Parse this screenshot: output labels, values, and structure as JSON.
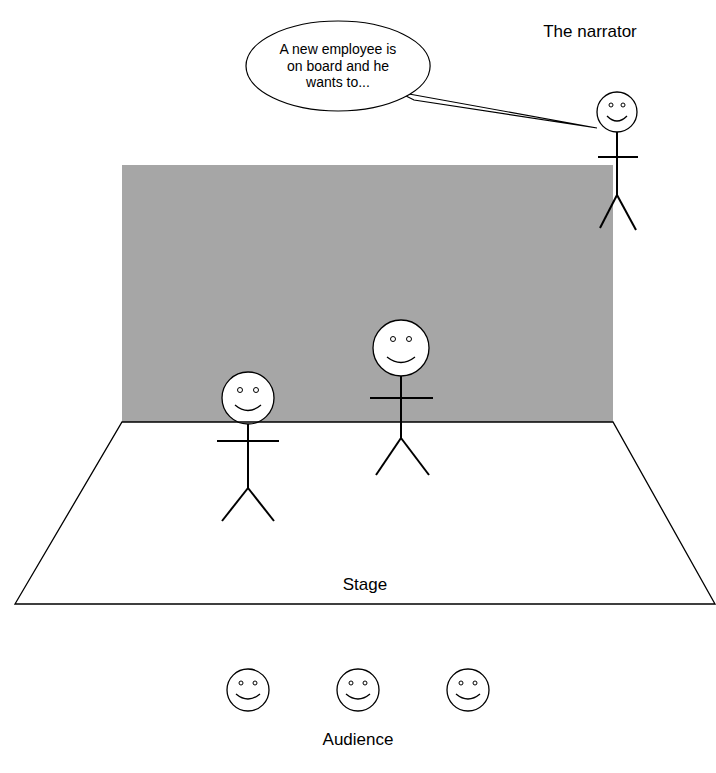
{
  "diagram": {
    "nodes": [
      {
        "text": [
          "A new employee is on board and he wants to..."
        ]
      },
      {
        "text": [
          "Stage"
        ]
      }
    ],
    "labels": [
      "The narrator",
      "Audience"
    ]
  }
}
